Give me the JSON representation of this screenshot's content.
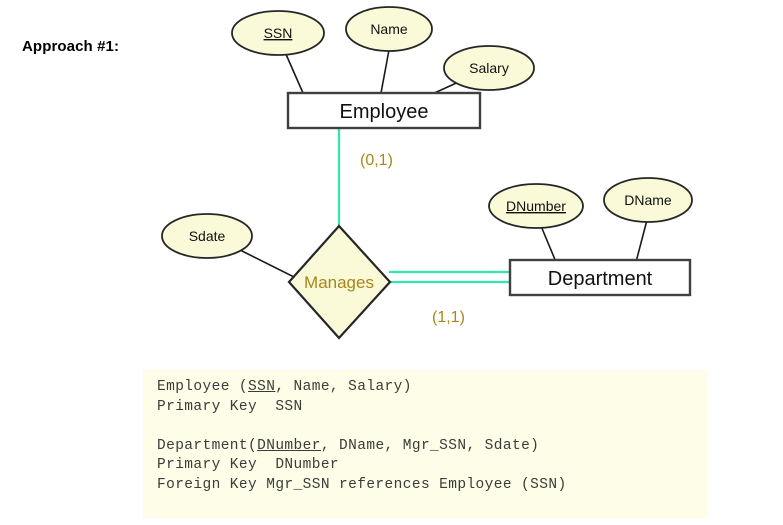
{
  "slide": {
    "approach_label": "Approach #1:",
    "background_color": "#ffffff"
  },
  "colors": {
    "entity_fill": "#ffffff",
    "entity_stroke": "#404040",
    "attribute_fill": "#fafad9",
    "attribute_stroke": "#262626",
    "relationship_fill": "#fafad9",
    "relationship_stroke": "#262626",
    "relationship_label": "#a7871a",
    "cardinality_label": "#a7871a",
    "connector_line": "#2ee8b0",
    "attribute_line": "#1a1a1a",
    "code_background": "#fdfde8",
    "code_text": "#3b3b3b"
  },
  "diagram": {
    "entities": [
      {
        "id": "employee",
        "label": "Employee"
      },
      {
        "id": "department",
        "label": "Department"
      }
    ],
    "relationships": [
      {
        "id": "manages",
        "label": "Manages"
      }
    ],
    "attributes": [
      {
        "id": "ssn",
        "label": "SSN",
        "key": true,
        "owner": "employee"
      },
      {
        "id": "name",
        "label": "Name",
        "key": false,
        "owner": "employee"
      },
      {
        "id": "salary",
        "label": "Salary",
        "key": false,
        "owner": "employee"
      },
      {
        "id": "sdate",
        "label": "Sdate",
        "key": false,
        "owner": "manages"
      },
      {
        "id": "dnumber",
        "label": "DNumber",
        "key": true,
        "owner": "department"
      },
      {
        "id": "dname",
        "label": "DName",
        "key": false,
        "owner": "department"
      }
    ],
    "cardinalities": [
      {
        "id": "employee-manages",
        "label": "(0,1)"
      },
      {
        "id": "manages-department",
        "label": "(1,1)"
      }
    ]
  },
  "code": {
    "lines": [
      {
        "id": "line-1",
        "segments": [
          {
            "text": "Employee (",
            "underline": false
          },
          {
            "text": "SSN",
            "underline": true
          },
          {
            "text": ", Name, Salary)",
            "underline": false
          }
        ]
      },
      {
        "id": "line-2",
        "segments": [
          {
            "text": "Primary Key  SSN",
            "underline": false
          }
        ]
      },
      {
        "id": "line-3",
        "segments": []
      },
      {
        "id": "line-4",
        "segments": [
          {
            "text": "Department(",
            "underline": false
          },
          {
            "text": "DNumber",
            "underline": true
          },
          {
            "text": ", DName, Mgr_SSN, Sdate)",
            "underline": false
          }
        ]
      },
      {
        "id": "line-5",
        "segments": [
          {
            "text": "Primary Key  DNumber",
            "underline": false
          }
        ]
      },
      {
        "id": "line-6",
        "segments": [
          {
            "text": "Foreign Key Mgr_SSN references Employee (SSN)",
            "underline": false
          }
        ]
      }
    ]
  }
}
